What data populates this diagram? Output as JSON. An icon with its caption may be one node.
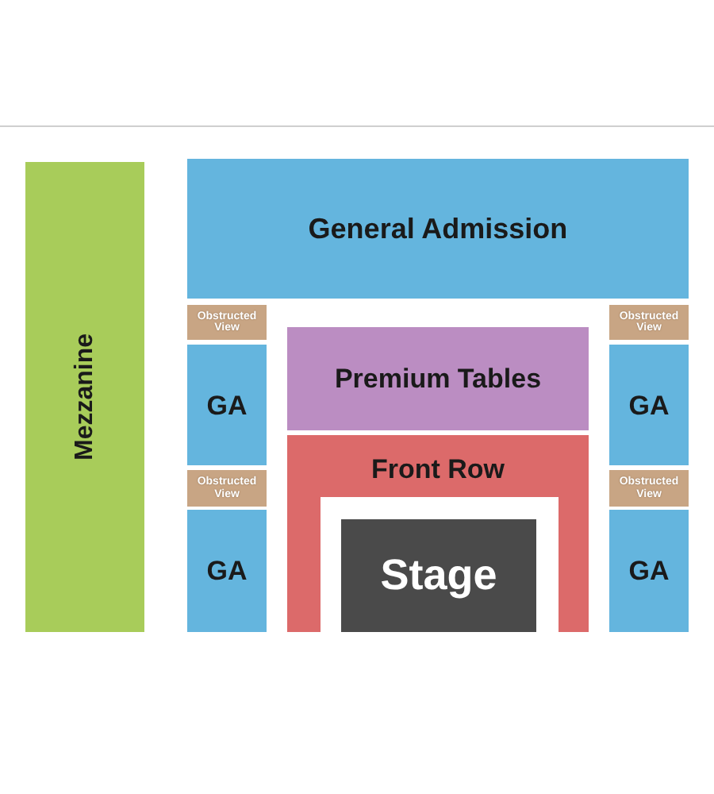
{
  "diagram": {
    "nodes": [
      {
        "text": [
          "Mezzanine"
        ]
      },
      {
        "text": [
          "General Admission"
        ]
      },
      {
        "text": [
          "Obstructed View"
        ]
      },
      {
        "text": [
          "Obstructed View"
        ]
      },
      {
        "text": [
          "GA"
        ]
      },
      {
        "text": [
          "Premium Tables"
        ]
      },
      {
        "text": [
          "GA"
        ]
      },
      {
        "text": [
          "Front Row"
        ]
      },
      {
        "text": [
          "Obstructed View"
        ]
      },
      {
        "text": [
          "Obstructed View"
        ]
      },
      {
        "text": [
          "GA"
        ]
      },
      {
        "text": [
          "Stage"
        ]
      },
      {
        "text": [
          "GA"
        ]
      }
    ],
    "edges": []
  }
}
